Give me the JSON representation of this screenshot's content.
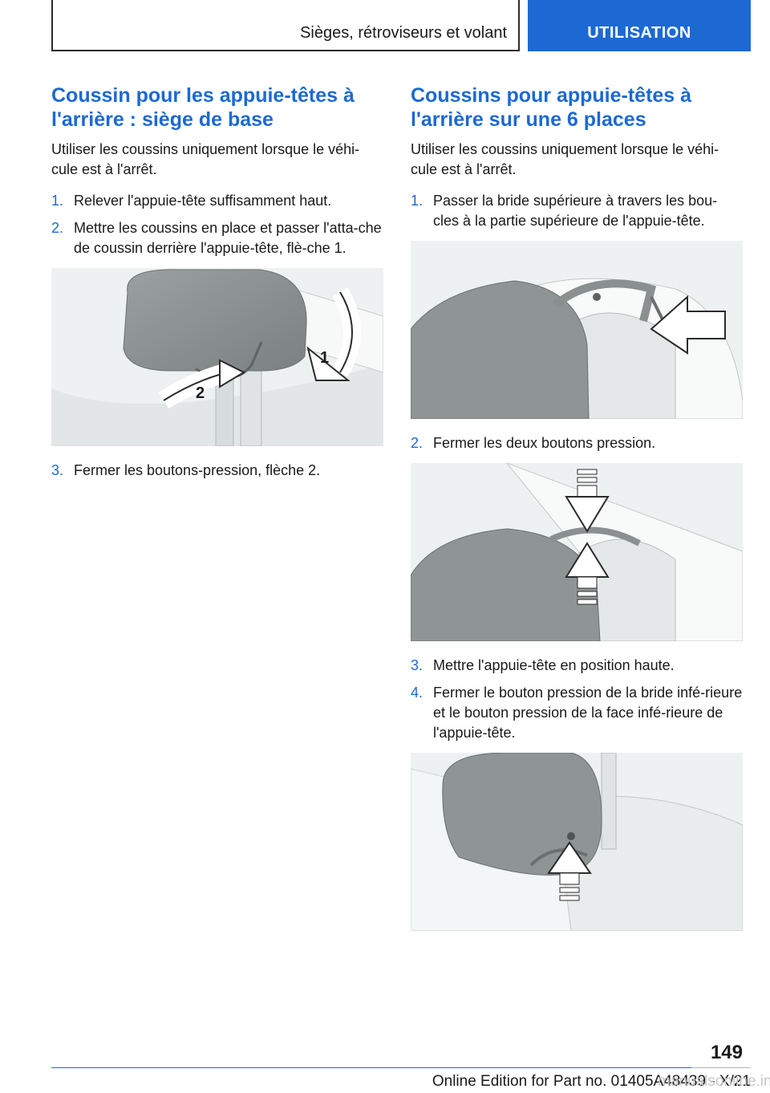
{
  "header": {
    "section_title": "Sièges, rétroviseurs et volant",
    "tab_label": "UTILISATION"
  },
  "left": {
    "heading": "Coussin pour les appuie-têtes à l'arrière : siège de base",
    "intro": "Utiliser les coussins uniquement lorsque le véhi-cule est à l'arrêt.",
    "steps": [
      {
        "num": "1.",
        "text": "Relever l'appuie-tête suffisamment haut."
      },
      {
        "num": "2.",
        "text": "Mettre les coussins en place et passer l'atta-che de coussin derrière l'appuie-tête, flè-che 1."
      },
      {
        "num": "3.",
        "text": "Fermer les boutons-pression, flèche 2."
      }
    ],
    "figure_labels": [
      "1",
      "2"
    ]
  },
  "right": {
    "heading": "Coussins pour appuie-têtes à l'arrière sur une 6 places",
    "intro": "Utiliser les coussins uniquement lorsque le véhi-cule est à l'arrêt.",
    "steps": [
      {
        "num": "1.",
        "text": "Passer la bride supérieure à travers les bou-cles à la partie supérieure de l'appuie-tête."
      },
      {
        "num": "2.",
        "text": "Fermer les deux boutons pression."
      },
      {
        "num": "3.",
        "text": "Mettre l'appuie-tête en position haute."
      },
      {
        "num": "4.",
        "text": "Fermer le bouton pression de la bride infé-rieure et le bouton pression de la face infé-rieure de l'appuie-tête."
      }
    ]
  },
  "footer": {
    "page_number": "149",
    "edition_text": "Online Edition for Part no. 01405A48439 - X/21",
    "watermark": "manualsonline.info"
  },
  "colors": {
    "accent": "#1c69d4",
    "headrest": "#8f9494"
  }
}
